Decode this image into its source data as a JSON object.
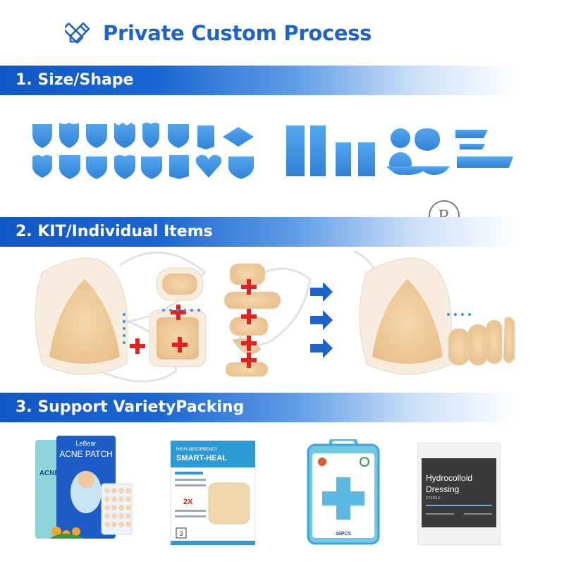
{
  "header": {
    "title": "Private Custom Process",
    "icon": "pencil-ruler-icon"
  },
  "sections": [
    {
      "label": "1. Size/Shape"
    },
    {
      "label": "2. KIT/Individual Items"
    },
    {
      "label": "3. Support VarietyPacking"
    }
  ],
  "watermark": {
    "registered_mark": "R"
  },
  "packages": {
    "acne": {
      "brand": "LeBear",
      "product": "ACNE PATCH",
      "side_label": "ACNE"
    },
    "smartheal": {
      "subtitle": "HIGH-ABSORBENCY",
      "product": "SMART-HEAL",
      "badge": "2X",
      "count": "3"
    },
    "kit": {
      "count_label": "16PCS"
    },
    "dressing": {
      "line1": "Hydrocolloid",
      "line2": "Dressing",
      "sub": "STERILE"
    }
  },
  "colors": {
    "title": "#1d63c9",
    "band_start": "#1157c5",
    "patch_blue": "#3d8fe0",
    "skin": "#f2d2a6"
  }
}
